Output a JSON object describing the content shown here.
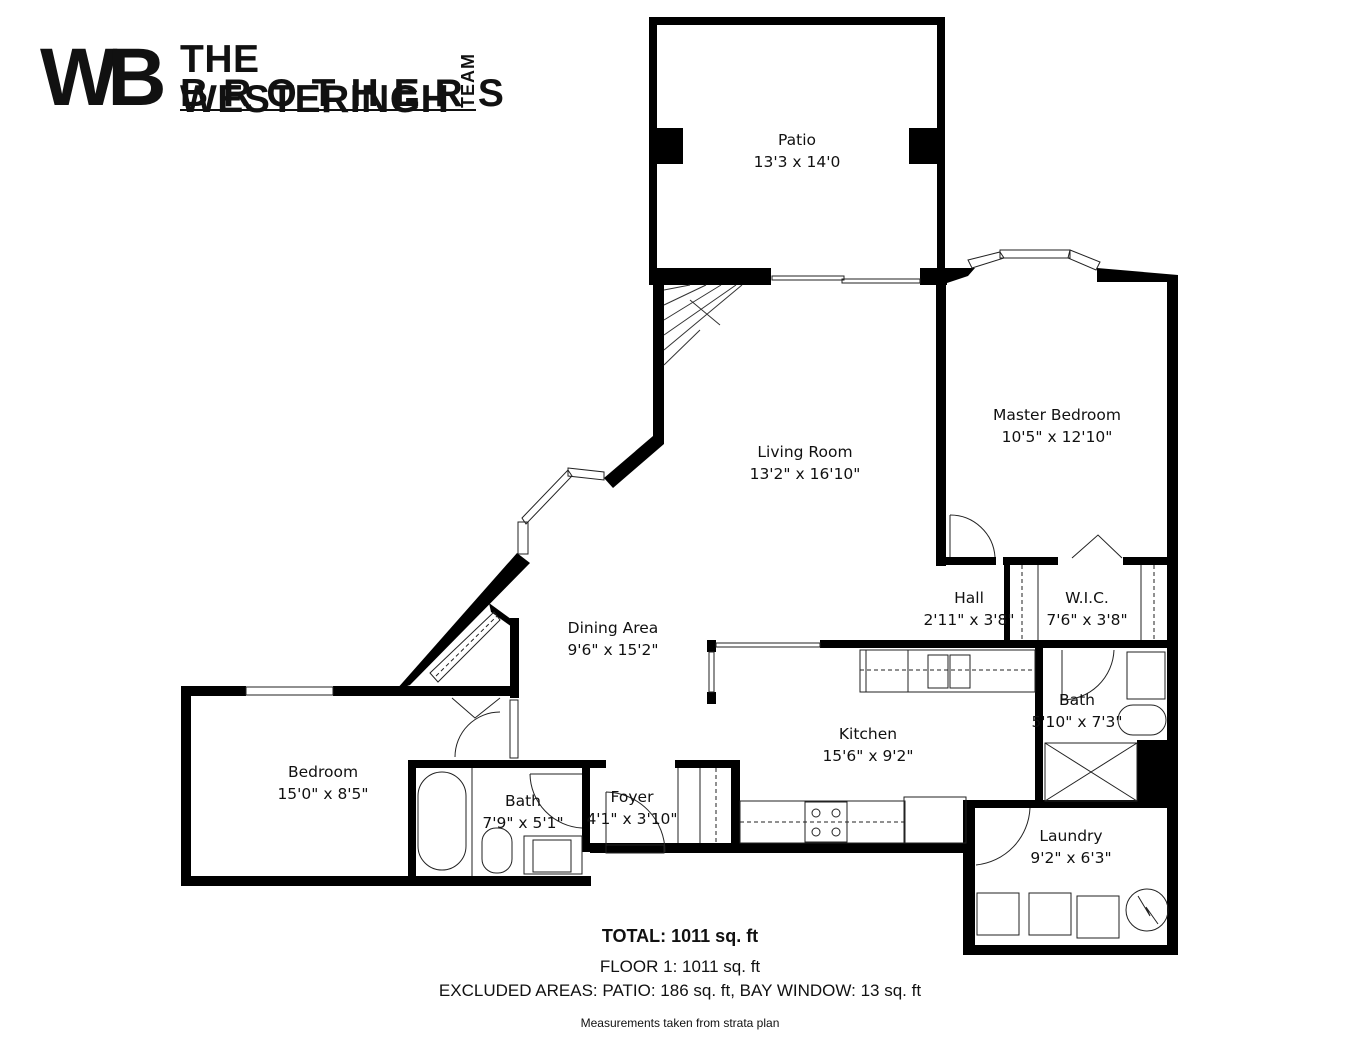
{
  "logo": {
    "mark": "WB",
    "line1": "THE WESTERINGH",
    "line2": "BROTHERS",
    "side": "TEAM"
  },
  "rooms": [
    {
      "name": "Patio",
      "dims": "13'3 x 14'0"
    },
    {
      "name": "Living Room",
      "dims": "13'2\" x 16'10\""
    },
    {
      "name": "Master Bedroom",
      "dims": "10'5\" x 12'10\""
    },
    {
      "name": "Dining Area",
      "dims": "9'6\" x 15'2\""
    },
    {
      "name": "Hall",
      "dims": "2'11\" x 3'8\""
    },
    {
      "name": "W.I.C.",
      "dims": "7'6\" x 3'8\""
    },
    {
      "name": "Kitchen",
      "dims": "15'6\" x 9'2\""
    },
    {
      "name": "Bath",
      "dims": "5'10\" x 7'3\""
    },
    {
      "name": "Bedroom",
      "dims": "15'0\" x 8'5\""
    },
    {
      "name": "Bath",
      "dims": "7'9\" x 5'1\""
    },
    {
      "name": "Foyer",
      "dims": "4'1\" x 3'10\""
    },
    {
      "name": "Laundry",
      "dims": "9'2\" x 6'3\""
    }
  ],
  "summary": {
    "total": "TOTAL: 1011 sq. ft",
    "floor": "FLOOR 1: 1011 sq. ft",
    "excluded": "EXCLUDED AREAS: PATIO: 186 sq. ft, BAY WINDOW: 13 sq. ft",
    "note": "Measurements taken from strata plan"
  },
  "colors": {
    "wall": "#000000",
    "background": "#ffffff",
    "fixture_line": "#555555"
  }
}
